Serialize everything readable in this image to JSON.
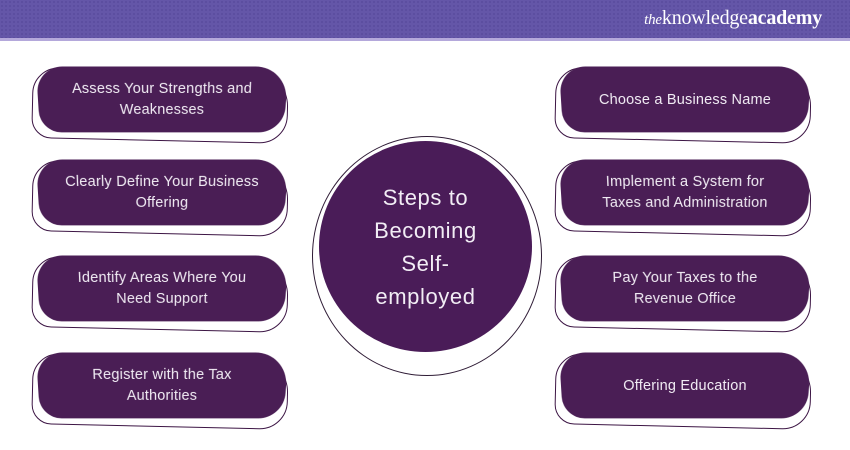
{
  "header": {
    "logo": {
      "the": "the",
      "knowledge": "knowledge",
      "academy": "academy"
    },
    "bar_color": "#6456a8",
    "strip_color": "#b4a8db"
  },
  "center": {
    "title": "Steps to Becoming Self-employed",
    "lines": [
      "Steps to",
      "Becoming",
      "Self-",
      "employed"
    ],
    "fill_color": "#4a1c58"
  },
  "steps": {
    "left": [
      "Assess Your Strengths and Weaknesses",
      "Clearly Define Your Business Offering",
      "Identify Areas Where You Need Support",
      "Register with the Tax Authorities"
    ],
    "right": [
      "Choose a Business Name",
      "Implement a System for Taxes and Administration",
      "Pay Your Taxes to the Revenue Office",
      "Offering Education"
    ]
  },
  "colors": {
    "box_fill": "#4a1e55",
    "box_outline": "#3c1544",
    "text": "#f2edf5"
  }
}
